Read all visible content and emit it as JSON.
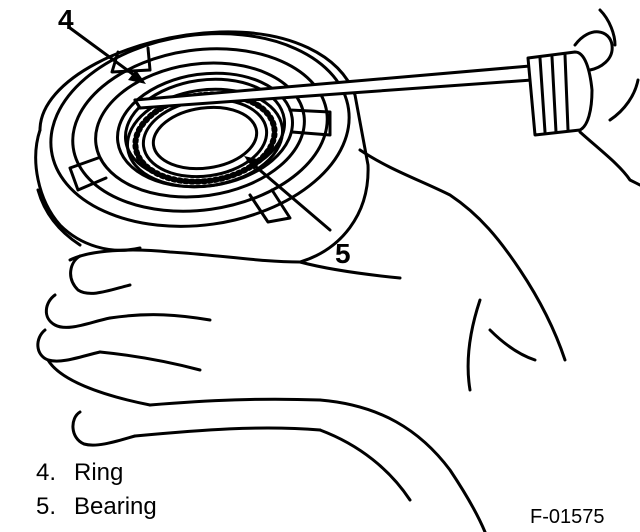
{
  "callouts": {
    "ring": "4",
    "bearing": "5"
  },
  "legend": [
    {
      "number": "4.",
      "label": "Ring"
    },
    {
      "number": "5.",
      "label": "Bearing"
    }
  ],
  "figure_id": "F-01575",
  "colors": {
    "ink": "#000000",
    "paper": "#ffffff"
  }
}
